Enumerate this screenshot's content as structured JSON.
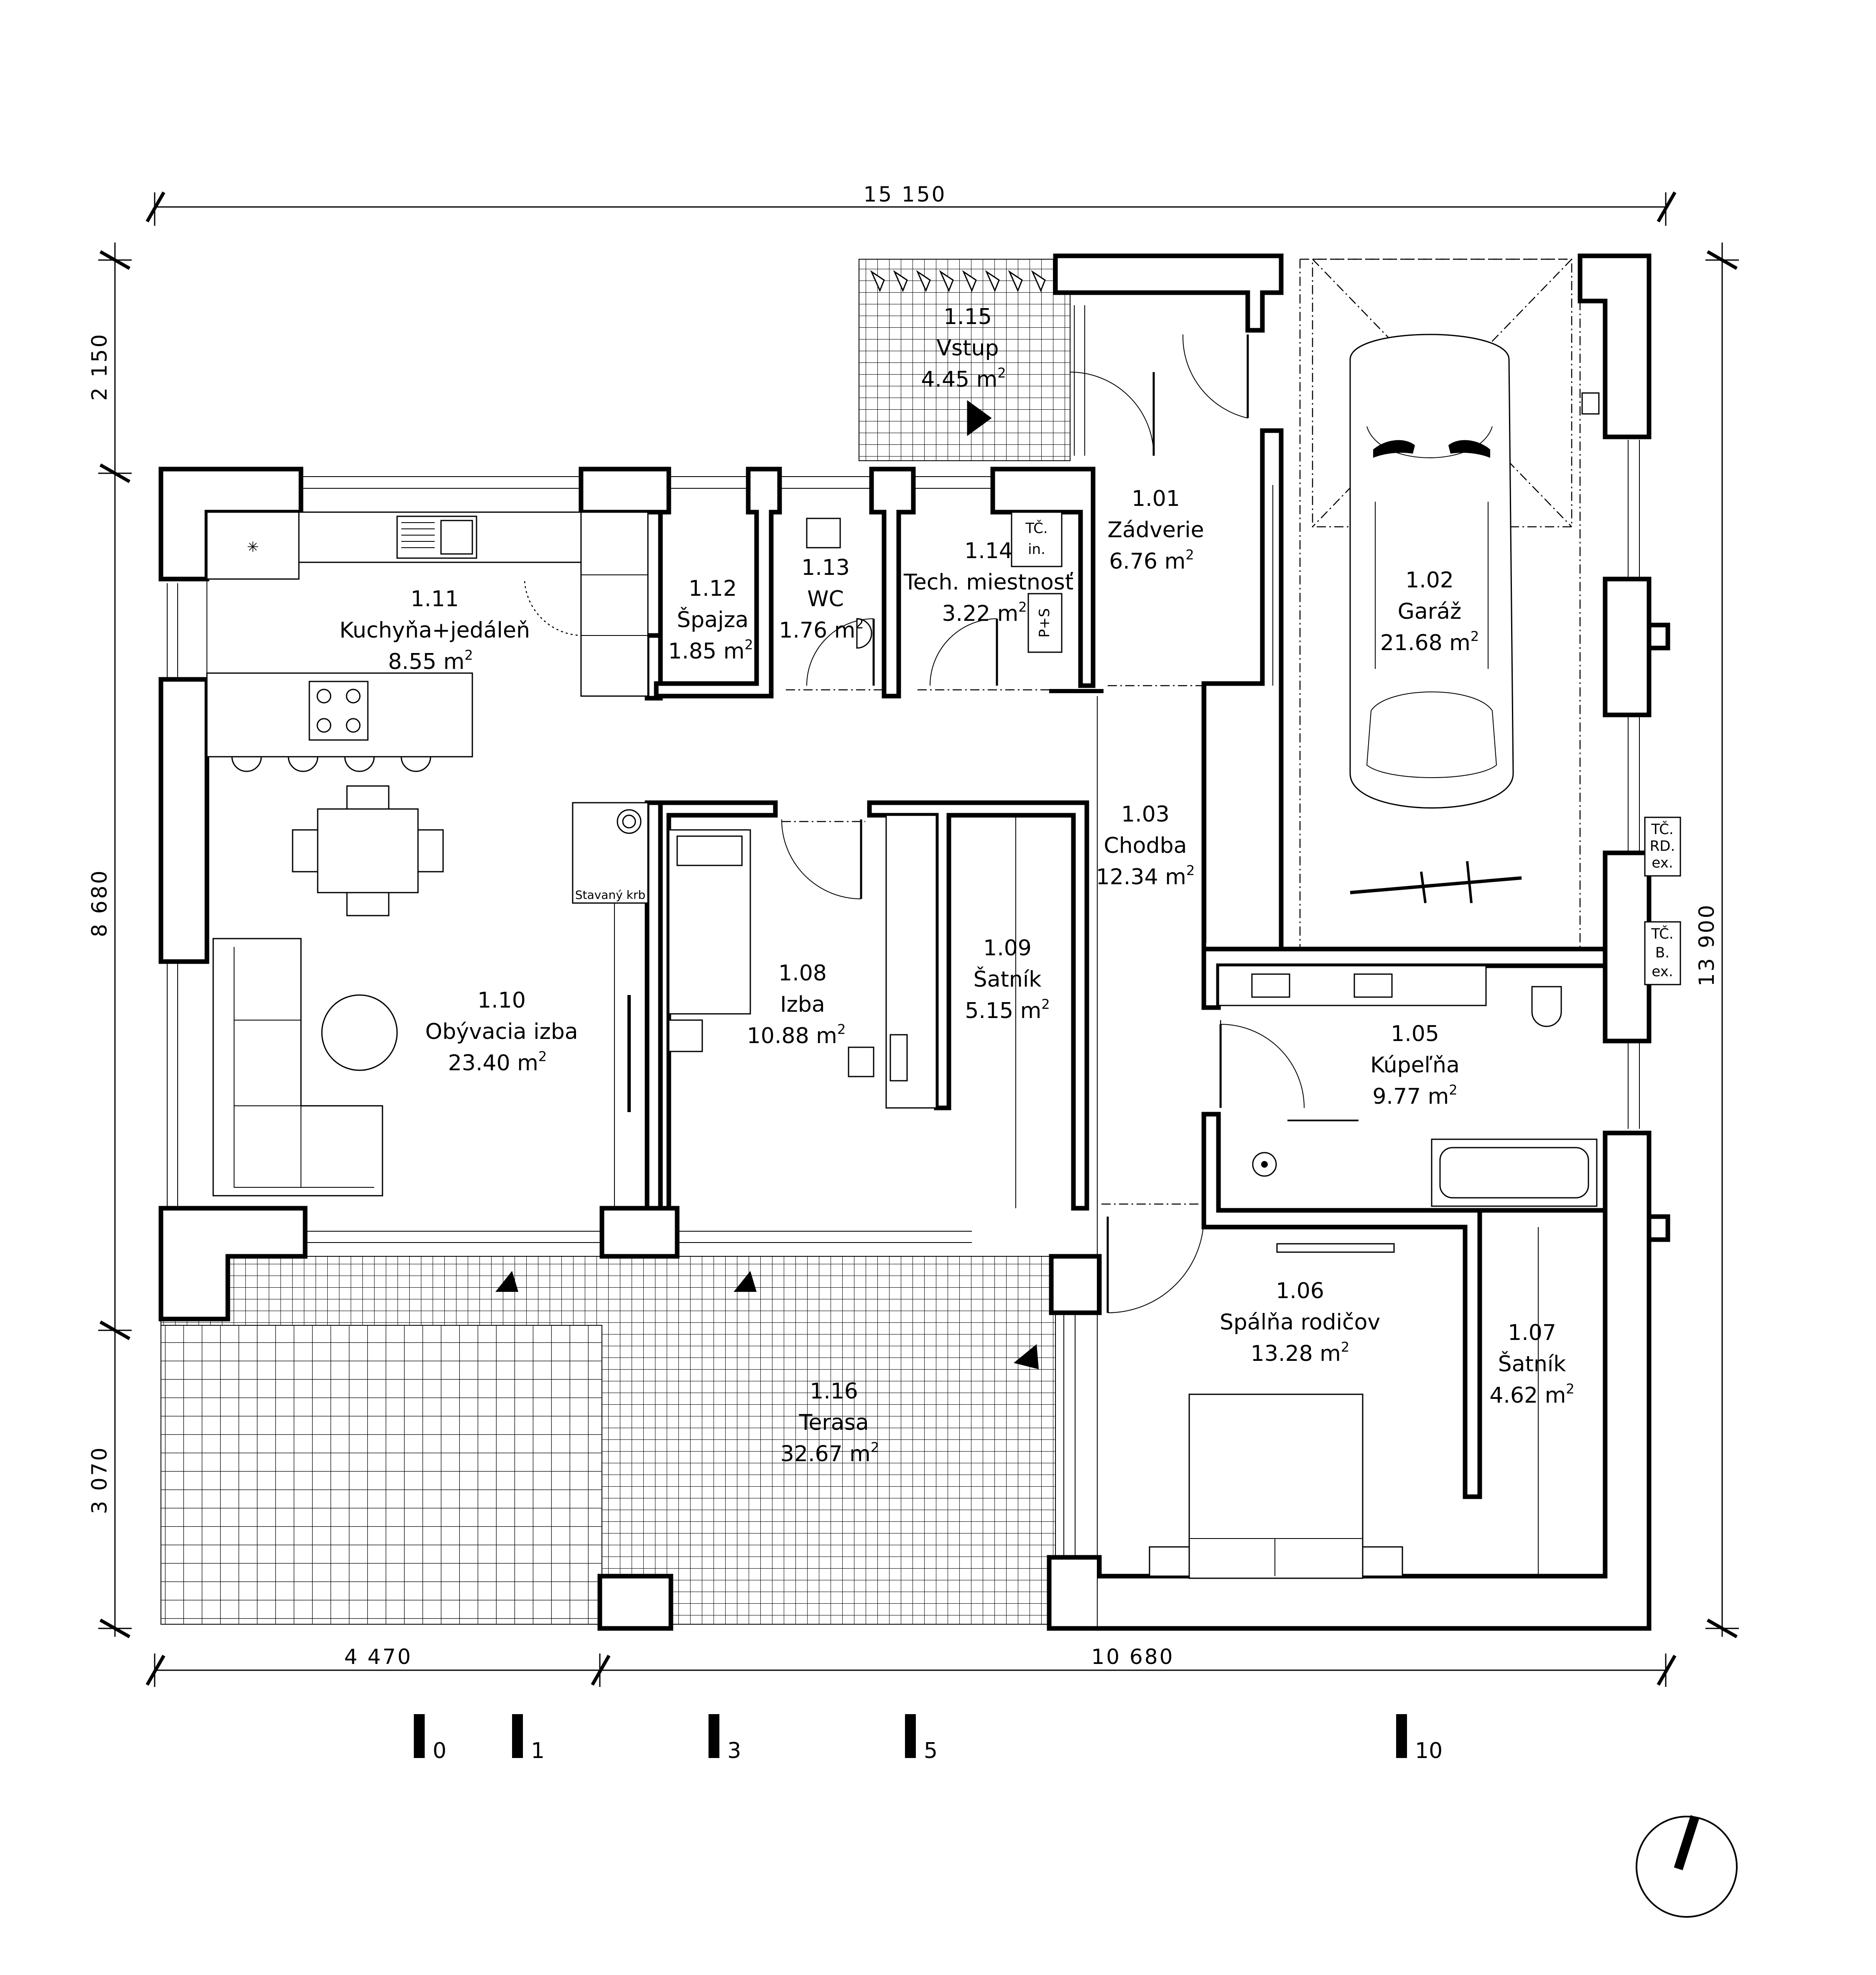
{
  "rooms": [
    {
      "number": "1.01",
      "name": "Zádverie",
      "area": "6.76 m"
    },
    {
      "number": "1.02",
      "name": "Garáž",
      "area": "21.68 m"
    },
    {
      "number": "1.03",
      "name": "Chodba",
      "area": "12.34 m"
    },
    {
      "number": "1.05",
      "name": "Kúpeľňa",
      "area": "9.77 m"
    },
    {
      "number": "1.06",
      "name": "Spálňa rodičov",
      "area": "13.28 m"
    },
    {
      "number": "1.07",
      "name": "Šatník",
      "area": "4.62 m"
    },
    {
      "number": "1.08",
      "name": "Izba",
      "area": "10.88 m"
    },
    {
      "number": "1.09",
      "name": "Šatník",
      "area": "5.15 m"
    },
    {
      "number": "1.10",
      "name": "Obývacia izba",
      "area": "23.40 m"
    },
    {
      "number": "1.11",
      "name": "Kuchyňa+jedáleň",
      "area": "8.55 m"
    },
    {
      "number": "1.12",
      "name": "Špajza",
      "area": "1.85 m"
    },
    {
      "number": "1.13",
      "name": "WC",
      "area": "1.76 m"
    },
    {
      "number": "1.14",
      "name": "Tech. miestnosť",
      "area": "3.22 m"
    },
    {
      "number": "1.15",
      "name": "Vstup",
      "area": "4.45 m"
    },
    {
      "number": "1.16",
      "name": "Terasa",
      "area": "32.67 m"
    }
  ],
  "area_unit_exponent": "2",
  "dimensions": {
    "overall_width": "15 150",
    "overall_height": "13 900",
    "left_segments": [
      "2 150",
      "8 680",
      "3 070"
    ],
    "bottom_segments": [
      "4 470",
      "10 680"
    ]
  },
  "equipment_labels": {
    "heat_pump_indoor": [
      "TČ.",
      "in."
    ],
    "heat_pump_rd": [
      "TČ.",
      "RD.",
      "ex."
    ],
    "heat_pump_b": [
      "TČ.",
      "B.",
      "ex."
    ],
    "ps": "P+S",
    "fireplace": "Stavaný krb"
  },
  "scale_bar": {
    "ticks": [
      "0",
      "1",
      "3",
      "5",
      "10"
    ]
  },
  "north_arrow_icon": "north-arrow-icon"
}
